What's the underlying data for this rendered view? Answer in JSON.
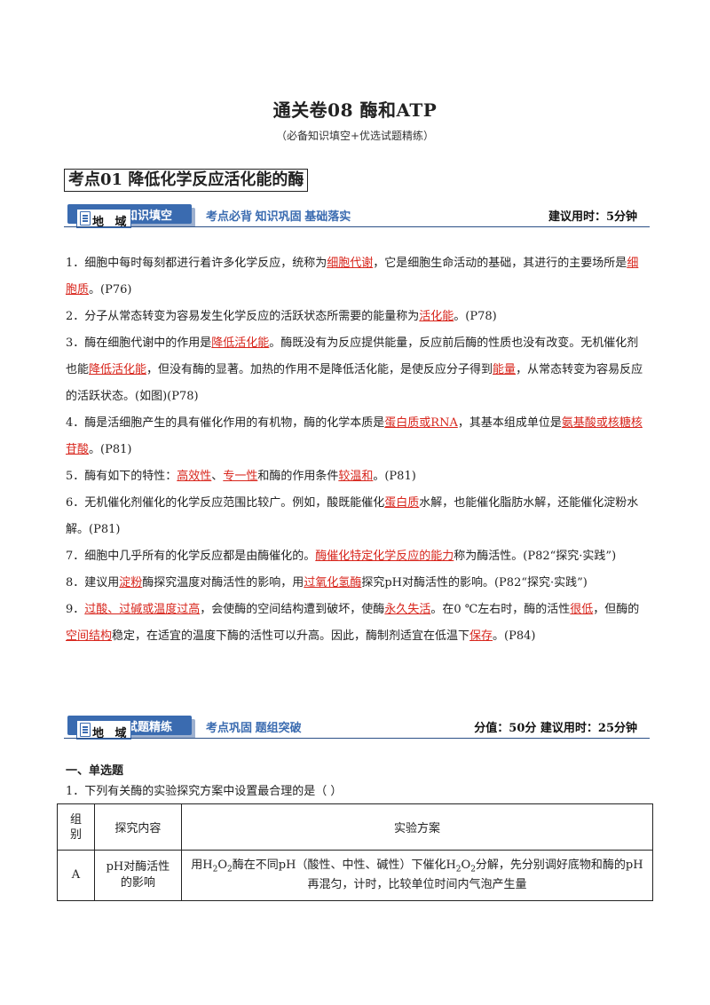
{
  "title": "通关卷08  酶和ATP",
  "subtitle": "（必备知识填空+优选试题精练）",
  "section": "考点01    降低化学反应活化能的酶",
  "band1": {
    "badge_top": "知识填空",
    "badge_main": "地  域",
    "middle": "考点必背  知识巩固  基础落实",
    "right": "建议用时：5分钟"
  },
  "items": {
    "i1a": "1．细胞中每时每刻都进行着许多化学反应，统称为",
    "i1b": "细胞代谢",
    "i1c": "，它是细胞生命活动的基础，其进行的主要场所是",
    "i1d": "细胞质",
    "i1e": "。(P76)",
    "i2a": "2．分子从常态转变为容易发生化学反应的活跃状态所需要的能量称为",
    "i2b": "活化能",
    "i2c": "。(P78)",
    "i3a": "3．酶在细胞代谢中的作用是",
    "i3b": "降低活化能",
    "i3c": "。酶既没有为反应提供能量，反应前后酶的性质也没有改变。无机催化剂也能",
    "i3d": "降低活化能",
    "i3e": "，但没有酶的显著。加热的作用不是降低活化能，是使反应分子得到",
    "i3f": "能量",
    "i3g": "，从常态转变为容易反应的活跃状态。(如图)(P78)",
    "i4a": "4．酶是活细胞产生的具有催化作用的有机物，酶的化学本质是",
    "i4b": "蛋白质或RNA",
    "i4c": "，其基本组成单位是",
    "i4d": "氨基酸或核糖核苷酸",
    "i4e": "。(P81)",
    "i5a": "5．酶有如下的特性：",
    "i5b": "高效性",
    "i5c": "、",
    "i5d": "专一性",
    "i5e": "和酶的作用条件",
    "i5f": "较温和",
    "i5g": "。(P81)",
    "i6a": "6．无机催化剂催化的化学反应范围比较广。例如，酸既能催化",
    "i6b": "蛋白质",
    "i6c": "水解，也能催化脂肪水解，还能催化淀粉水解。(P81)",
    "i7a": "7．细胞中几乎所有的化学反应都是由酶催化的。",
    "i7b": "酶催化特定化学反应的能力",
    "i7c": "称为酶活性。(P82“探究·实践”)",
    "i8a": "8．建议用",
    "i8b": "淀粉",
    "i8c": "酶探究温度对酶活性的影响，用",
    "i8d": "过氧化氢酶",
    "i8e": "探究pH对酶活性的影响。(P82“探究·实践”)",
    "i9a": "9．",
    "i9b": "过酸、过碱或温度过高",
    "i9c": "，会使酶的空间结构遭到破坏，使酶",
    "i9d": "永久失活",
    "i9e": "。在0 ℃左右时，酶的活性",
    "i9f": "很低",
    "i9g": "，但酶的",
    "i9h": "空间结构",
    "i9i": "稳定，在适宜的温度下酶的活性可以升高。因此，酶制剂适宜在低温下",
    "i9j": "保存",
    "i9k": "。(P84)"
  },
  "band2": {
    "badge_top": "试题精练",
    "badge_main": "地  域",
    "middle": "考点巩固  题组突破",
    "right": "分值：50分    建议用时：25分钟"
  },
  "mcq_heading": "一、单选题",
  "q1": "1．下列有关酶的实验探究方案中设置最合理的是（        ）",
  "table": {
    "h1": "组别",
    "h2": "探究内容",
    "h3": "实验方案",
    "a_group": "A",
    "a_content": "pH对酶活性的影响",
    "a_plan_1": "用H",
    "a_plan_2": "2",
    "a_plan_3": "O",
    "a_plan_4": "2",
    "a_plan_5": "酶在不同pH（酸性、中性、碱性）下催化H",
    "a_plan_6": "2",
    "a_plan_7": "O",
    "a_plan_8": "2",
    "a_plan_9": "分解，先分别调好底物和酶的pH再混匀，计时，比较单位时间内气泡产生量"
  }
}
